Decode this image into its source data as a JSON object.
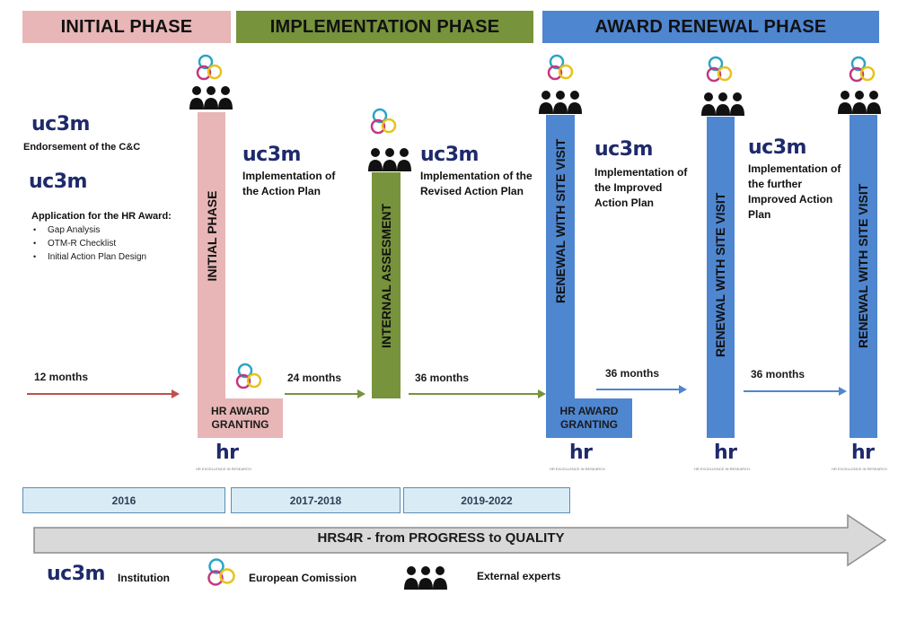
{
  "phases": {
    "initial": "INITIAL PHASE",
    "implementation": "IMPLEMENTATION PHASE",
    "renewal": "AWARD RENEWAL PHASE"
  },
  "colors": {
    "initial": "#e8b6b6",
    "implementation": "#77933c",
    "renewal": "#4f86d0",
    "red_arrow": "#c0504d",
    "green_arrow": "#77933c",
    "blue_arrow": "#4f86d0",
    "logo": "#1f2a6b"
  },
  "logos": {
    "uc3m": "uc3m",
    "hr": "hr",
    "hr_caption": "HR EXCELLENCE IN RESEARCH"
  },
  "left": {
    "endorsement": "Endorsement of the C&C",
    "application_title": "Application for the HR Award:",
    "application_items": [
      "Gap Analysis",
      "OTM-R Checklist",
      "Initial Action Plan Design"
    ]
  },
  "steps": {
    "impl_action_plan": "Implementation of the Action Plan",
    "impl_revised": "Implementation of the Revised Action Plan",
    "impl_improved": "Implementation of the Improved Action Plan",
    "impl_further": "Implementation of the further Improved Action Plan"
  },
  "pillars": {
    "initial": "INITIAL PHASE",
    "internal": "INTERNAL ASSESMENT",
    "renewal": "RENEWAL WITH SITE VISIT"
  },
  "grants": {
    "label_line1": "HR AWARD",
    "label_line2": "GRANTING"
  },
  "months": {
    "m12": "12 months",
    "m24": "24 months",
    "m36a": "36 months",
    "m36b": "36 months",
    "m36c": "36 months"
  },
  "years": [
    "2016",
    "2017-2018",
    "2019-2022"
  ],
  "banner": "HRS4R - from PROGRESS to QUALITY",
  "legend": {
    "institution": "Institution",
    "european": "European Comission",
    "experts": "External experts"
  }
}
